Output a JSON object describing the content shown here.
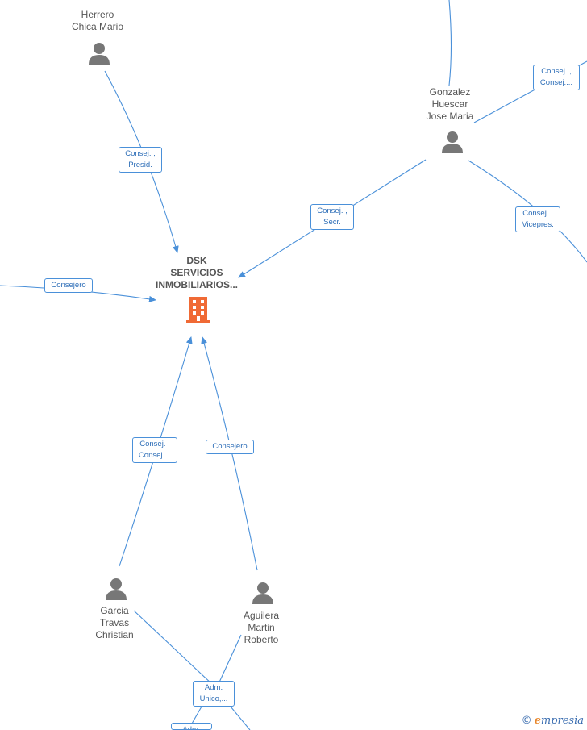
{
  "nodes": {
    "company": {
      "label": "DSK\nSERVICIOS\nINMOBILIARIOS...",
      "color": "#f06a35"
    },
    "herrero": {
      "label": "Herrero\nChica Mario"
    },
    "gonzalez": {
      "label": "Gonzalez\nHuescar\nJose Maria"
    },
    "garcia": {
      "label": "Garcia\nTravas\nChristian"
    },
    "aguilera": {
      "label": "Aguilera\nMartin\nRoberto"
    }
  },
  "edge_labels": {
    "herrero_company": "Consej. ,\nPresid.",
    "gonzalez_company": "Consej. ,\nSecr.",
    "gonzalez_top": "Consej. ,\nConsej....",
    "gonzalez_right": "Consej. ,\nVicepres.",
    "left_company": "Consejero",
    "garcia_company": "Consej. ,\nConsej....",
    "aguilera_company": "Consejero",
    "garcia_aguilera_adm": "Adm.\nUnico,...",
    "bottom_adm": "Adm."
  },
  "colors": {
    "edge": "#4a90d9",
    "person": "#777777",
    "company": "#f06a35"
  },
  "brand": {
    "symbol": "©",
    "initial": "e",
    "rest": "mpresia"
  }
}
